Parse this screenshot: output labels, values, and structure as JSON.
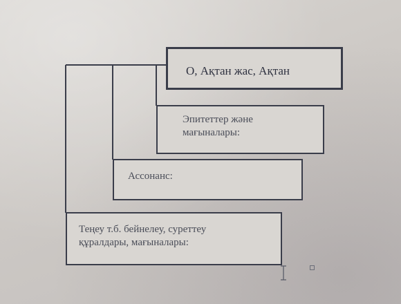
{
  "diagram": {
    "boxes": [
      {
        "id": "otkan",
        "lines": [
          "О, Ақтан жас, Ақтан"
        ]
      },
      {
        "id": "epithet",
        "lines": [
          "Эпитеттер және",
          "мағыналары:"
        ]
      },
      {
        "id": "assonance",
        "lines": [
          "Ассонанс:"
        ]
      },
      {
        "id": "tenu",
        "lines": [
          "Теңеу т.б. бейнелеу, суреттеу",
          "құралдары, мағыналары:"
        ]
      }
    ]
  },
  "colors": {
    "line": "#3a3d4a",
    "text": "#4a4d58",
    "box_fill": "#d9d6d2"
  }
}
